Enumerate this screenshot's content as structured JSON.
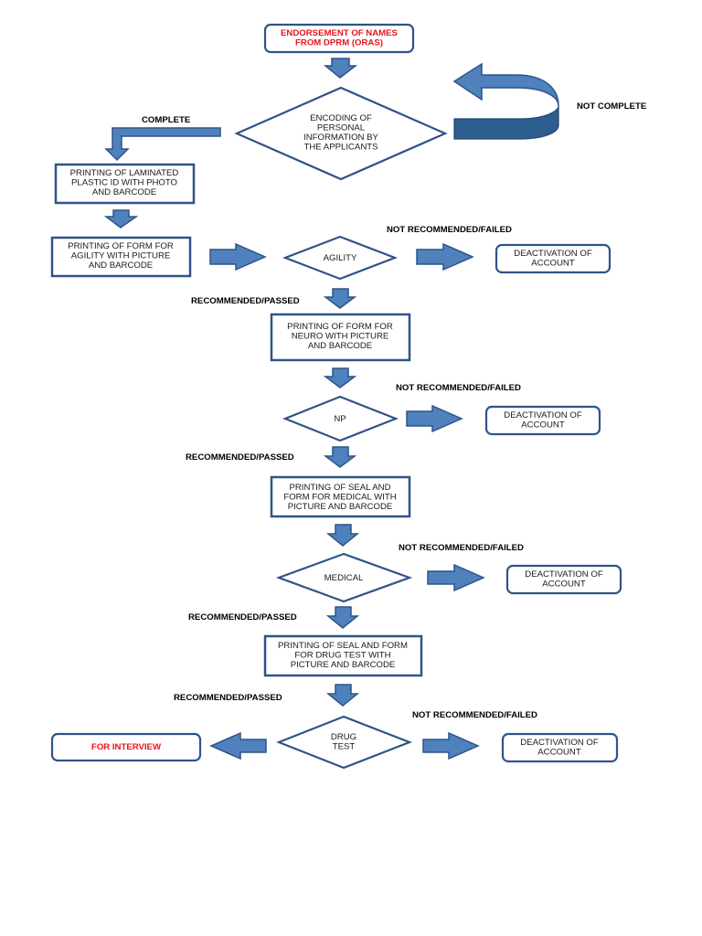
{
  "colors": {
    "box_stroke": "#2f5487",
    "arrow_fill": "#4f81bd",
    "highlight_text": "#e8141e"
  },
  "nodes": {
    "endorsement": [
      "ENDORSEMENT OF NAMES",
      "FROM DPRM (ORAS)"
    ],
    "encoding": [
      "ENCODING OF",
      "PERSONAL",
      "INFORMATION BY",
      "THE APPLICANTS"
    ],
    "printing_id": [
      "PRINTING OF LAMINATED",
      "PLASTIC ID WITH PHOTO",
      "AND BARCODE"
    ],
    "printing_agility": [
      "PRINTING OF FORM FOR",
      "AGILITY WITH PICTURE",
      "AND BARCODE"
    ],
    "agility": [
      "AGILITY"
    ],
    "deactivation_1": [
      "DEACTIVATION OF",
      "ACCOUNT"
    ],
    "printing_neuro": [
      "PRINTING OF FORM FOR",
      "NEURO WITH PICTURE",
      "AND BARCODE"
    ],
    "np": [
      "NP"
    ],
    "deactivation_2": [
      "DEACTIVATION OF",
      "ACCOUNT"
    ],
    "printing_medical": [
      "PRINTING OF SEAL AND",
      "FORM FOR MEDICAL WITH",
      "PICTURE AND BARCODE"
    ],
    "medical": [
      "MEDICAL"
    ],
    "deactivation_3": [
      "DEACTIVATION OF",
      "ACCOUNT"
    ],
    "printing_drug": [
      "PRINTING OF SEAL AND FORM",
      "FOR DRUG TEST WITH",
      "PICTURE AND BARCODE"
    ],
    "drug_test": [
      "DRUG",
      "TEST"
    ],
    "deactivation_4": [
      "DEACTIVATION OF",
      "ACCOUNT"
    ],
    "for_interview": [
      "FOR INTERVIEW"
    ]
  },
  "labels": {
    "complete": "COMPLETE",
    "not_complete": "NOT COMPLETE",
    "failed_1": "NOT RECOMMENDED/FAILED",
    "passed_1": "RECOMMENDED/PASSED",
    "failed_2": "NOT RECOMMENDED/FAILED",
    "passed_2": "RECOMMENDED/PASSED",
    "failed_3": "NOT RECOMMENDED/FAILED",
    "passed_3": "RECOMMENDED/PASSED",
    "passed_4": "RECOMMENDED/PASSED",
    "failed_4": "NOT RECOMMENDED/FAILED"
  }
}
